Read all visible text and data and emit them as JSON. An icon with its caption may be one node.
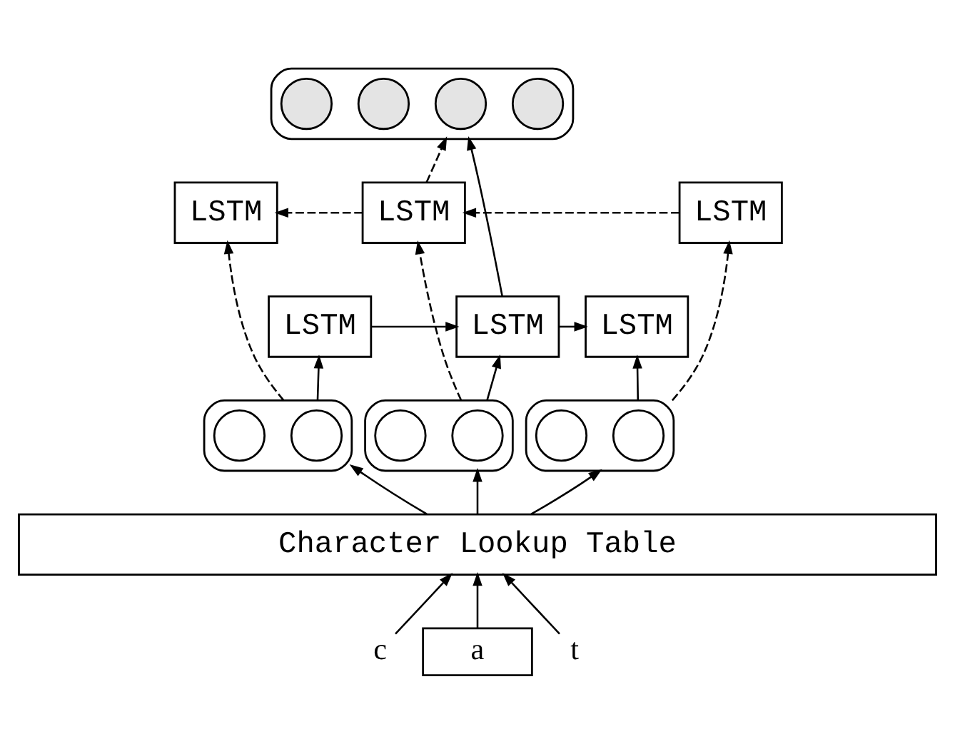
{
  "diagram": {
    "nodes": [
      {
        "text": [],
        "shape": "box"
      },
      {
        "text": [],
        "shape": "circle",
        "in": 0
      },
      {
        "text": [],
        "shape": "circle",
        "in": 0
      },
      {
        "text": [],
        "shape": "circle",
        "in": 0
      },
      {
        "text": [],
        "shape": "circle",
        "in": 0
      },
      {
        "text": [
          "LSTM"
        ]
      },
      {
        "text": [
          "LSTM"
        ]
      },
      {
        "text": [
          "LSTM"
        ]
      },
      {
        "text": [
          "LSTM"
        ]
      },
      {
        "text": [
          "LSTM"
        ]
      },
      {
        "text": [
          "LSTM"
        ]
      },
      {
        "text": [],
        "shape": "box"
      },
      {
        "text": [],
        "shape": "circle",
        "in": 11
      },
      {
        "text": [],
        "shape": "circle",
        "in": 11
      },
      {
        "text": [],
        "shape": "box"
      },
      {
        "text": [],
        "shape": "circle",
        "in": 14
      },
      {
        "text": [],
        "shape": "circle",
        "in": 14
      },
      {
        "text": [],
        "shape": "box"
      },
      {
        "text": [],
        "shape": "circle",
        "in": 17
      },
      {
        "text": [],
        "shape": "circle",
        "in": 17
      },
      {
        "text": [
          "Character Lookup Table"
        ]
      },
      {
        "text": [
          "c"
        ]
      },
      {
        "text": [
          "a"
        ]
      },
      {
        "text": [
          "t"
        ]
      }
    ],
    "edges": [
      {
        "from": 21,
        "to": 20,
        "arrow": "to"
      },
      {
        "from": 22,
        "to": 20,
        "arrow": "to"
      },
      {
        "from": 23,
        "to": 20,
        "arrow": "to"
      },
      {
        "from": 20,
        "to": 11,
        "arrow": "to"
      },
      {
        "from": 20,
        "to": 14,
        "arrow": "to"
      },
      {
        "from": 20,
        "to": 17,
        "arrow": "to"
      },
      {
        "from": 11,
        "to": 8,
        "arrow": "to"
      },
      {
        "from": 11,
        "to": 5,
        "arrow": "to",
        "style": "dashed"
      },
      {
        "from": 14,
        "to": 9,
        "arrow": "to"
      },
      {
        "from": 14,
        "to": 6,
        "arrow": "to",
        "style": "dashed"
      },
      {
        "from": 17,
        "to": 10,
        "arrow": "to"
      },
      {
        "from": 17,
        "to": 7,
        "arrow": "to",
        "style": "dashed"
      },
      {
        "from": 8,
        "to": 9,
        "arrow": "to"
      },
      {
        "from": 9,
        "to": 10,
        "arrow": "to"
      },
      {
        "from": 7,
        "to": 6,
        "arrow": "to",
        "style": "dashed"
      },
      {
        "from": 6,
        "to": 5,
        "arrow": "to",
        "style": "dashed"
      },
      {
        "from": 9,
        "to": 0,
        "arrow": "to"
      },
      {
        "from": 6,
        "to": 0,
        "arrow": "to",
        "style": "dashed"
      }
    ]
  }
}
